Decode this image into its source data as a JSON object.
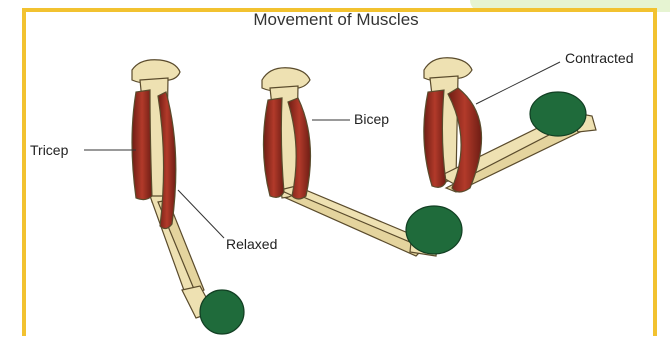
{
  "title": "Movement of Muscles",
  "labels": {
    "tricep": "Tricep",
    "bicep": "Bicep",
    "relaxed": "Relaxed",
    "contracted": "Contracted"
  },
  "colors": {
    "frame": "#f2c230",
    "bone": "#eee1b2",
    "bone_outline": "#5a4b2c",
    "muscle": "#a33324",
    "muscle_dark": "#6e1d14",
    "ball": "#1f6b3b"
  }
}
